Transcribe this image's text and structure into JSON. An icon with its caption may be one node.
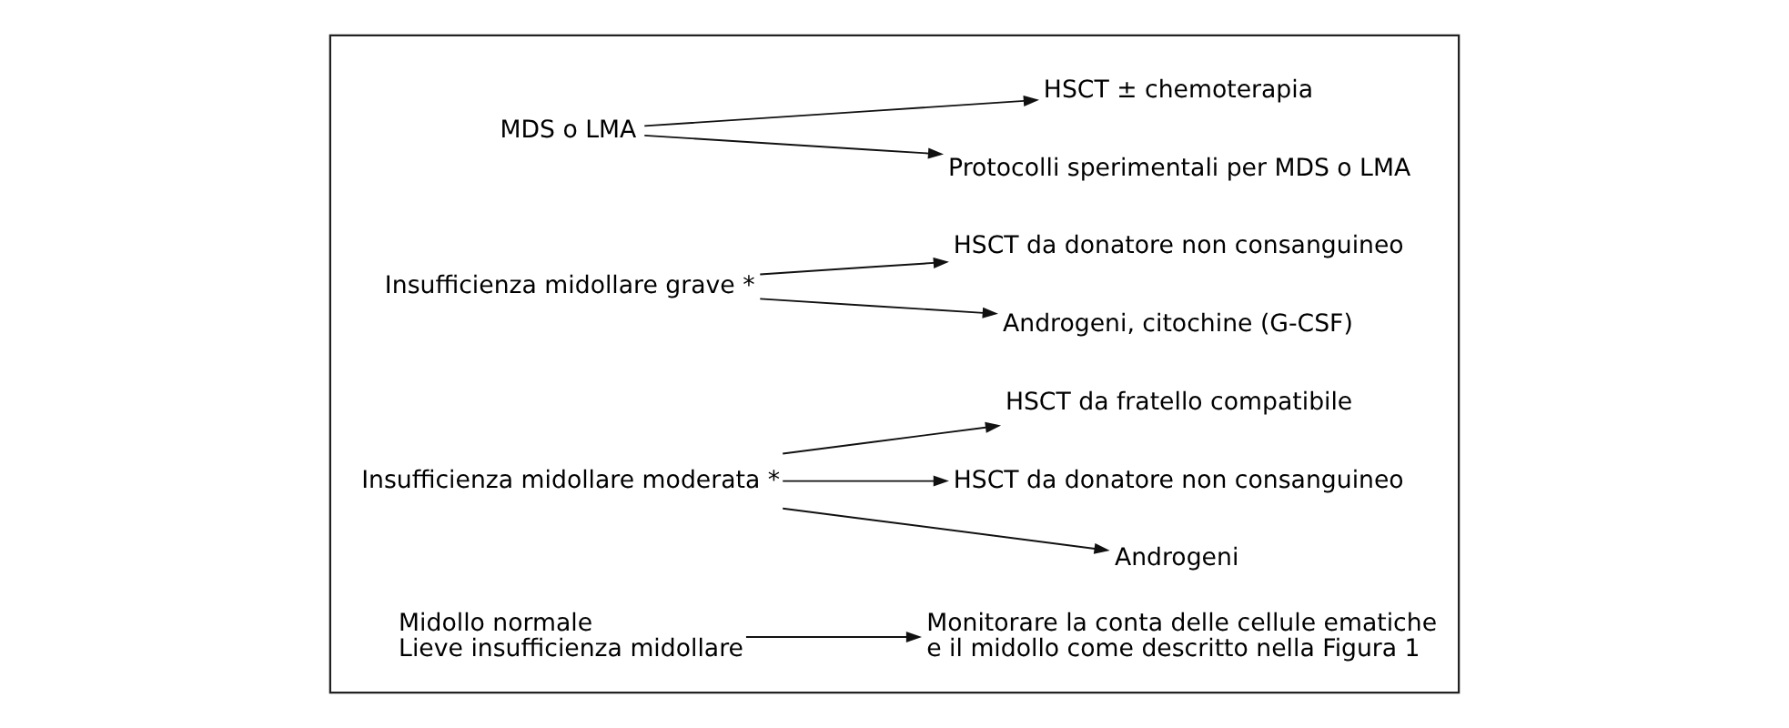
{
  "diagram": {
    "nodes": [
      {
        "text": [],
        "shape": "box"
      },
      {
        "text": [
          "Midollo normale",
          "Lieve insufficienza midollare"
        ],
        "in": 0
      },
      {
        "text": [
          "Monitorare la conta delle cellule ematiche e il midollo come descritto nella Figura 1"
        ],
        "in": 0
      },
      {
        "text": [
          "Insufficienza midollare moderata *"
        ],
        "in": 0
      },
      {
        "text": [
          "HSCT da fratello compatibile"
        ],
        "in": 0
      },
      {
        "text": [
          "HSCT da donatore non consanguineo"
        ],
        "in": 0
      },
      {
        "text": [
          "Androgeni"
        ],
        "in": 0
      },
      {
        "text": [
          "Insufficienza midollare grave *"
        ],
        "in": 0
      },
      {
        "text": [
          "HSCT da donatore non consanguineo"
        ],
        "in": 0
      },
      {
        "text": [
          "Androgeni, citochine (G-CSF)"
        ],
        "in": 0
      },
      {
        "text": [
          "MDS o LMA"
        ],
        "in": 0
      },
      {
        "text": [
          "HSCT ± chemoterapia"
        ],
        "in": 0
      },
      {
        "text": [
          "Protocolli sperimentali per MDS o LMA"
        ],
        "in": 0
      }
    ],
    "edges": [
      {
        "from": 1,
        "to": 2,
        "arrow": "to"
      },
      {
        "from": 3,
        "to": 4,
        "arrow": "to"
      },
      {
        "from": 3,
        "to": 5,
        "arrow": "to"
      },
      {
        "from": 3,
        "to": 6,
        "arrow": "to"
      },
      {
        "from": 7,
        "to": 8,
        "arrow": "to"
      },
      {
        "from": 7,
        "to": 9,
        "arrow": "to"
      },
      {
        "from": 10,
        "to": 11,
        "arrow": "to"
      },
      {
        "from": 10,
        "to": 12,
        "arrow": "to"
      }
    ]
  }
}
